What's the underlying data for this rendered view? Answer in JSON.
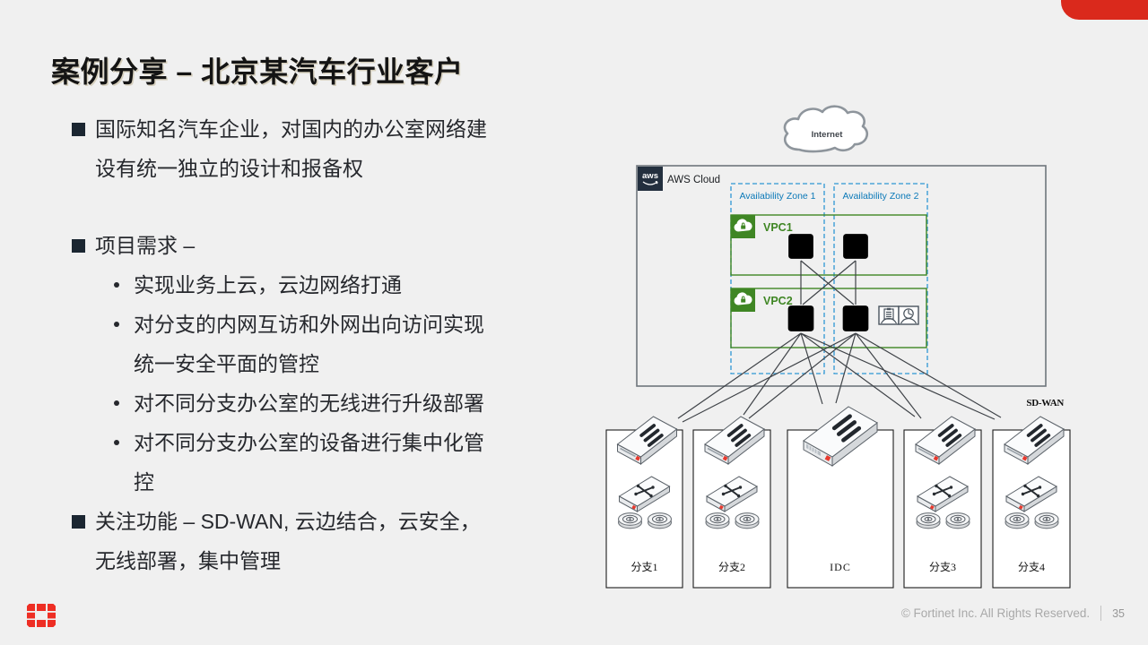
{
  "slide": {
    "title": "案例分享 – 北京某汽车行业客户"
  },
  "bullets": {
    "b1": "国际知名汽车企业，对国内的办公室网络建设有统一独立的设计和报备权",
    "b2": "项目需求 –",
    "s1": "实现业务上云，云边网络打通",
    "s2": "对分支的内网互访和外网出向访问实现统一安全平面的管控",
    "s3": "对不同分支办公室的无线进行升级部署",
    "s4": "对不同分支办公室的设备进行集中化管控",
    "b3": "关注功能 – SD-WAN, 云边结合，云安全，无线部署，集中管理"
  },
  "diagram": {
    "internet_label": "Internet",
    "aws_logo_text": "aws",
    "aws_cloud_label": "AWS Cloud",
    "az1_label": "Availability Zone 1",
    "az2_label": "Availability Zone 2",
    "vpc1_label": "VPC1",
    "vpc2_label": "VPC2",
    "sdwan_label": "SD-WAN",
    "sites": [
      {
        "label": "分支1"
      },
      {
        "label": "分支2"
      },
      {
        "label": "IDC"
      },
      {
        "label": "分支3"
      },
      {
        "label": "分支4"
      }
    ]
  },
  "footer": {
    "copyright": "© Fortinet Inc. All Rights Reserved.",
    "page": "35"
  },
  "colors": {
    "accent_red": "#da291c",
    "logo_red": "#ee2e24",
    "aws_dark": "#232f3e",
    "az_blue": "#2e97d4",
    "vpc_green": "#3f8624"
  }
}
